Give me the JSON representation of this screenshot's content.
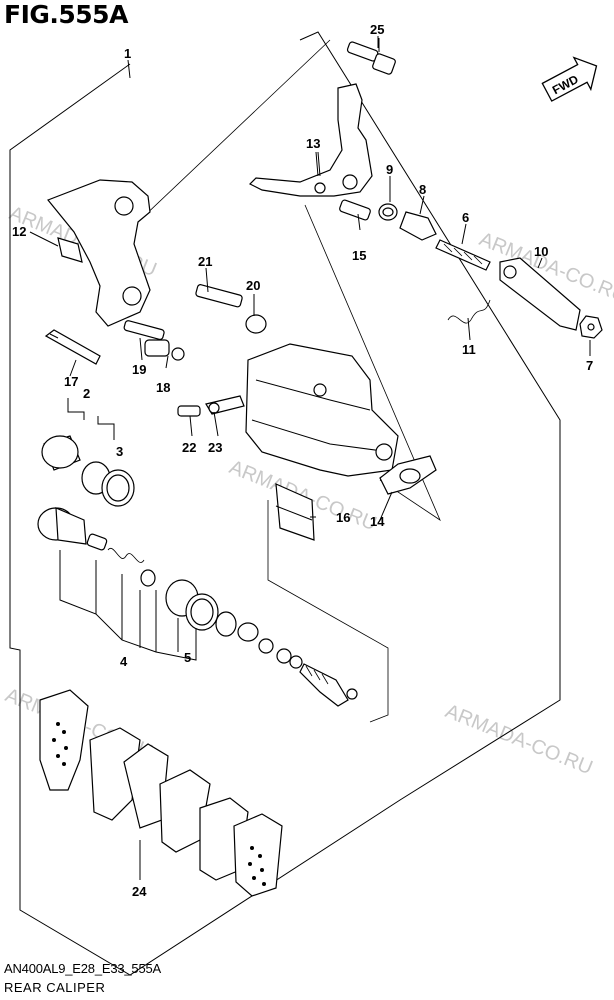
{
  "figure": {
    "title": "FIG.555A",
    "code": "AN400AL9_E28_E33_555A",
    "name": "REAR CALIPER"
  },
  "watermark": "ARMADA-CO.RU",
  "fwd_label": "FWD",
  "callouts": [
    "1",
    "2",
    "3",
    "4",
    "5",
    "6",
    "7",
    "8",
    "9",
    "10",
    "11",
    "12",
    "13",
    "14",
    "15",
    "16",
    "17",
    "18",
    "19",
    "20",
    "21",
    "22",
    "23",
    "24",
    "25"
  ]
}
